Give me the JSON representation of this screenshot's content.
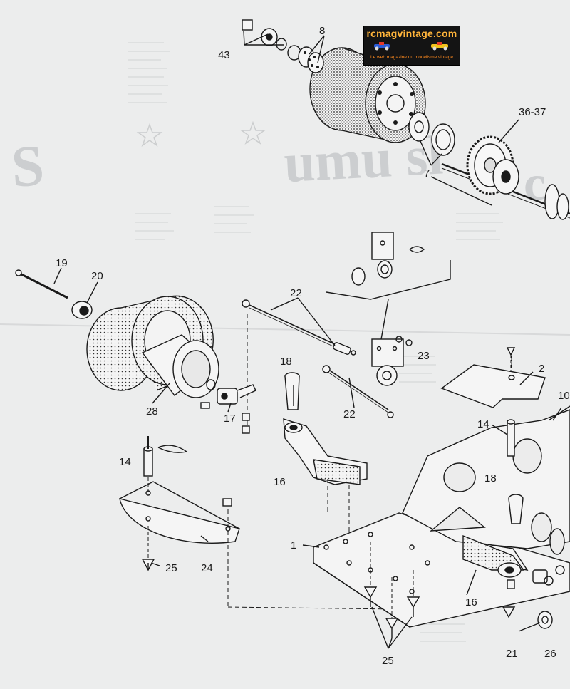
{
  "watermark": {
    "site": "rcmagvintage.com",
    "tagline": "Le web magazine du modélisme vintage"
  },
  "callouts": [
    "43",
    "8",
    "36-37",
    "7",
    "19",
    "20",
    "22",
    "23",
    "18",
    "2",
    "10",
    "28",
    "17",
    "14",
    "16",
    "1",
    "25",
    "24",
    "21",
    "26"
  ]
}
